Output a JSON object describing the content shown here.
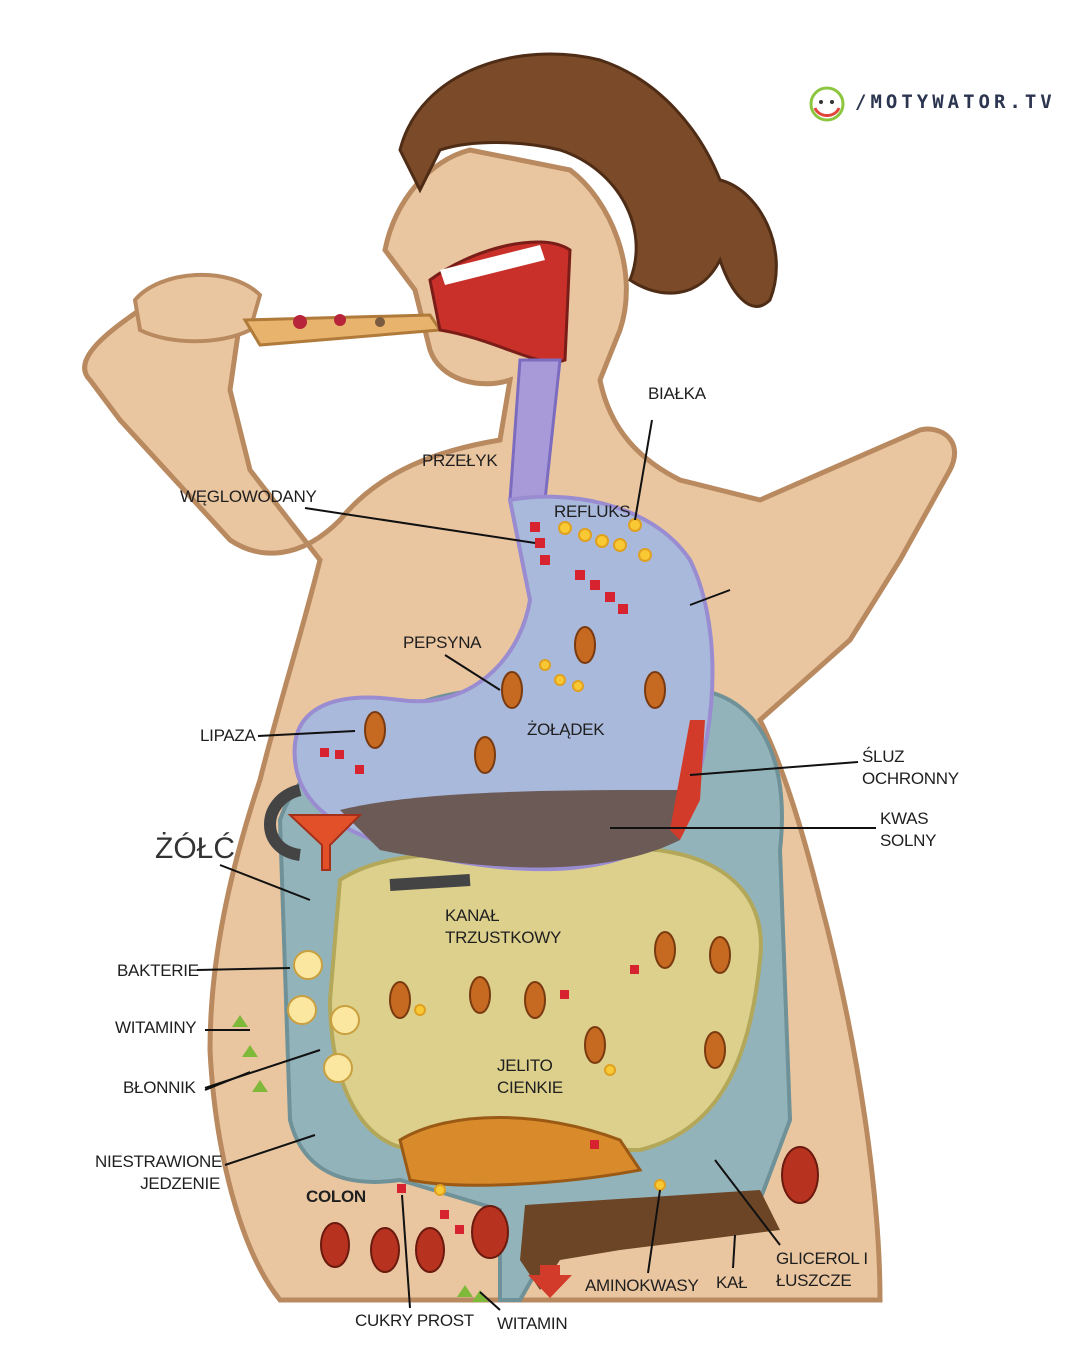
{
  "brand": {
    "logo_text": "/MOTYWATOR.TV"
  },
  "labels": {
    "esophagus": "PRZEŁYK",
    "proteins": "BIAŁKA",
    "carbohydrates": "WĘGLOWODANY",
    "reflux": "REFLUKS",
    "pepsin": "PEPSYNA",
    "stomach": "ŻOŁĄDEK",
    "lipase": "LIPAZA",
    "mucus": [
      "ŚLUZ",
      "OCHRONNY"
    ],
    "acid": [
      "KWAS",
      "SOLNY"
    ],
    "bile": "ŻÓŁĆ",
    "pancreatic_duct": [
      "KANAŁ",
      "TRZUSTKOWY"
    ],
    "bacteria": "BAKTERIE",
    "vitamins": "WITAMINY",
    "fiber": "BŁONNIK",
    "small_intestine": [
      "JELITO",
      "CIENKIE"
    ],
    "undigested": [
      "NIESTRAWIONE",
      "JEDZENIE"
    ],
    "colon": "COLON",
    "simple_sugars": "CUKRY PROST",
    "vitamin": "WITAMIN",
    "amino_acids": "AMINOKWASY",
    "feces": "KAŁ",
    "glycerol": [
      "GLICEROL I",
      "ŁUSZCZE"
    ]
  },
  "colors": {
    "skin": "#eac6a0",
    "hair": "#7b4a28",
    "stomach": "#a9b9dc",
    "colon": "#93b3bb",
    "small_intestine": "#dcd08c",
    "feces": "#6b4526",
    "acid": "#d23a2a"
  }
}
